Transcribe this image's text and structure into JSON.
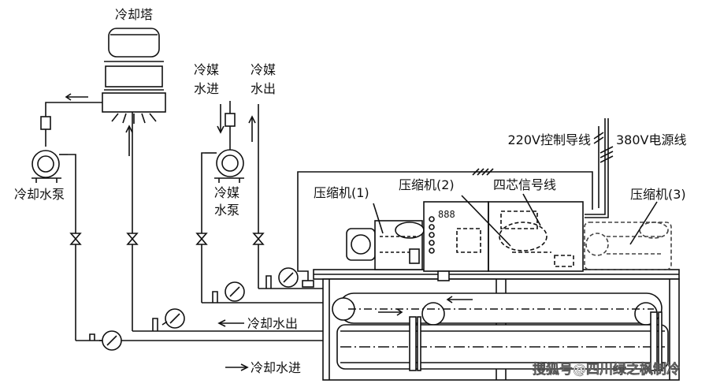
{
  "labels": {
    "cooling_tower": "冷却塔",
    "refrigerant_water_in_line1": "冷媒",
    "refrigerant_water_in_line2": "水进",
    "refrigerant_water_out_line1": "冷媒",
    "refrigerant_water_out_line2": "水出",
    "cooling_water_pump": "冷却水泵",
    "refrigerant_pump_line1": "冷媒",
    "refrigerant_pump_line2": "水泵",
    "control_wire": "220V控制导线",
    "power_line": "380V电源线",
    "compressor_1": "压缩机(1)",
    "compressor_2": "压缩机(2)",
    "compressor_3": "压缩机(3)",
    "signal_line": "四芯信号线",
    "cooling_water_out": "冷却水出",
    "cooling_water_in": "冷却水进",
    "panel_digits": "888"
  },
  "watermark": "搜狐号@四川绿之枫制冷"
}
